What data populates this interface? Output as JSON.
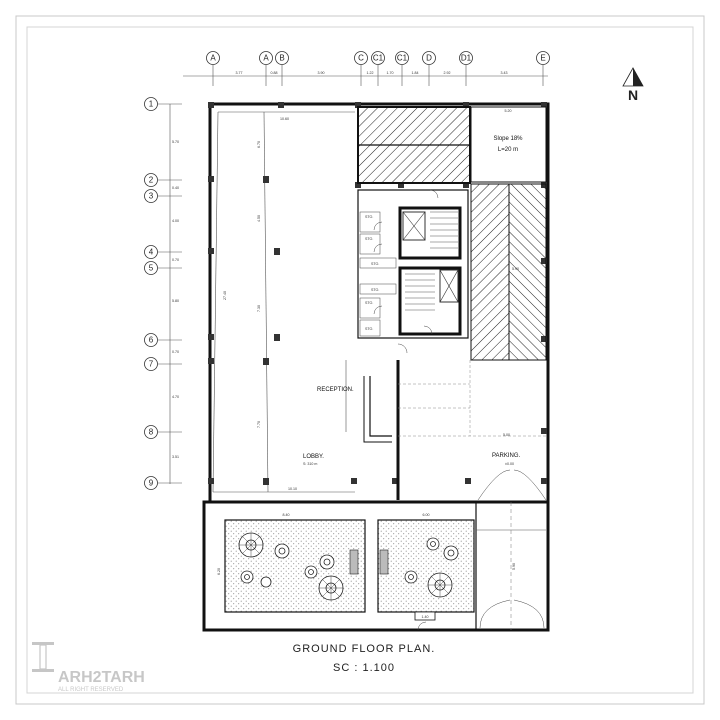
{
  "drawing": {
    "title": "GROUND FLOOR  PLAN.",
    "scale": "SC : 1.100",
    "north_label": "N",
    "watermark_lines": [
      "ARH2TARH",
      "ALL RIGHT RESERVED"
    ]
  },
  "grid": {
    "columns": [
      "A",
      "A",
      "B",
      "C",
      "C1",
      "C1",
      "D",
      "D1",
      "E"
    ],
    "col_dims": [
      "3.77",
      "0.88",
      "3.90",
      "1.22",
      "1.70",
      "1.84",
      "2.92",
      "3.43"
    ],
    "rows": [
      "1",
      "2",
      "3",
      "4",
      "5",
      "6",
      "7",
      "8",
      "9"
    ],
    "row_dims": [
      "5.70",
      "0.40",
      "4.00",
      "0.70",
      "5.80",
      "0.70",
      "4.70",
      "3.51"
    ]
  },
  "rooms": {
    "ramp": "Slope 18%",
    "ramp_length": "L=20 m",
    "reception": "RECEPTION.",
    "lobby": "LOBBY.",
    "lobby_area": "S: 310 m",
    "parking": "PARKING.",
    "parking_level": "±0.00",
    "storage": "STO."
  },
  "dims": {
    "top_width": "10.60",
    "lobby_height": "27.40",
    "lobby_inner": "6.70",
    "lobby_mid": "4.50",
    "lobby_low": "7.30",
    "lobby_bot": "7.70",
    "lobby_width": "10.10",
    "ramp_w": "5.20",
    "ramp_h": "5.90",
    "park_w": "5.00",
    "garden_w1": "8.40",
    "garden_w2": "6.00",
    "garden_h": "6.20",
    "corridor": "1.40"
  }
}
